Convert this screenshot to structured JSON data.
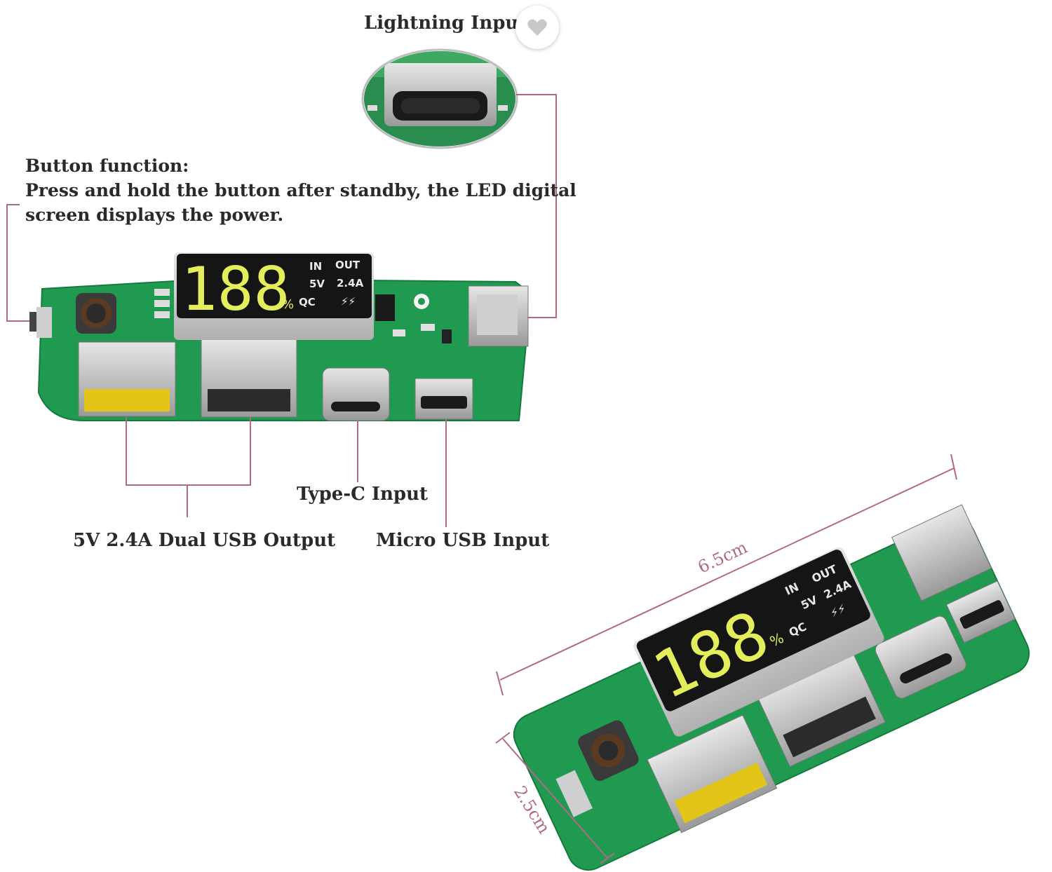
{
  "labels": {
    "lightning": "Lightning Input",
    "button_title": "Button function:",
    "button_line1": "Press and hold the button after standby, the LED digital",
    "button_line2": "screen displays the power.",
    "typec": "Type-C Input",
    "usb_out": "5V 2.4A Dual USB Output",
    "micro": "Micro USB Input"
  },
  "dimensions": {
    "length": "6.5cm",
    "width": "2.5cm"
  },
  "display": {
    "digits": "188",
    "percent": "%",
    "in": "IN",
    "out": "OUT",
    "volt": "5V",
    "amp": "2.4A",
    "qc": "QC",
    "bolt": "⚡⚡"
  },
  "colors": {
    "leader": "#b06a85",
    "pcb": "#1f9a50",
    "segment": "#e4ee5a"
  },
  "icons": {
    "favorite": "heart-icon"
  }
}
